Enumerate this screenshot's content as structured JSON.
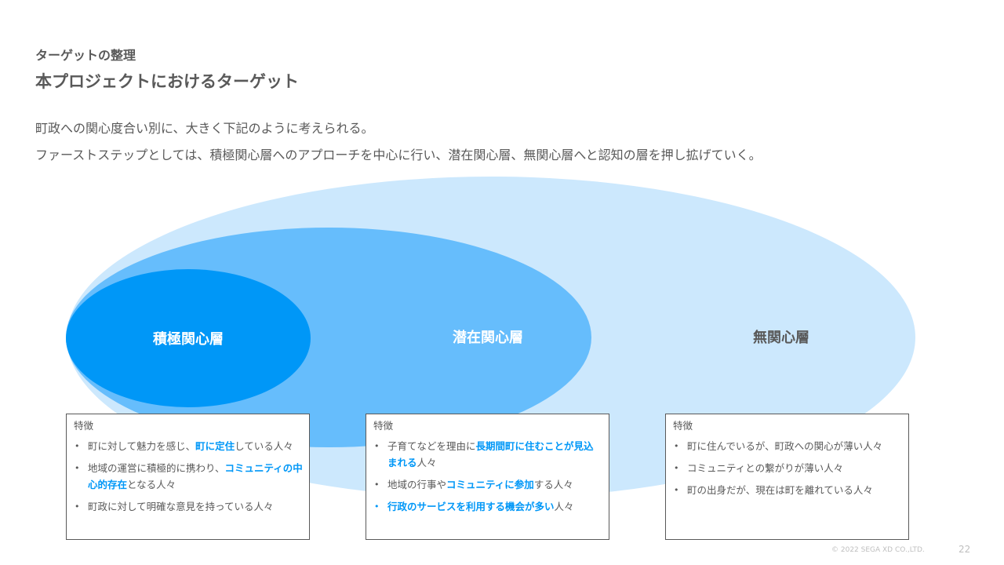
{
  "header": {
    "subtitle": "ターゲットの整理",
    "title": "本プロジェクトにおけるターゲット"
  },
  "lead": [
    "町政への関心度合い別に、大きく下記のように考えられる。",
    "ファーストステップとしては、積極関心層へのアプローチを中心に行い、潜在関心層、無関心層へと認知の層を押し拡げていく。"
  ],
  "colors": {
    "outer": "#cce8fd",
    "middle": "#66bdfc",
    "inner": "#0097f7",
    "highlight": "#0097f7"
  },
  "layers": {
    "active": "積極関心層",
    "potential": "潜在関心層",
    "indifferent": "無関心層"
  },
  "boxes": [
    {
      "heading": "特徴",
      "items": [
        {
          "segs": [
            {
              "t": "町に対して魅力を感じ、"
            },
            {
              "t": "町に定住",
              "hl": true
            },
            {
              "t": "している人々"
            }
          ]
        },
        {
          "segs": [
            {
              "t": "地域の運営に積極的に携わり、"
            },
            {
              "t": "コミュニティの中心的存在",
              "hl": true
            },
            {
              "t": "となる人々"
            }
          ]
        },
        {
          "segs": [
            {
              "t": "町政に対して明確な意見を持っている人々"
            }
          ]
        }
      ]
    },
    {
      "heading": "特徴",
      "items": [
        {
          "segs": [
            {
              "t": "子育てなどを理由に"
            },
            {
              "t": "長期間町に住むことが見込まれる",
              "hl": true
            },
            {
              "t": "人々"
            }
          ]
        },
        {
          "segs": [
            {
              "t": "地域の行事や"
            },
            {
              "t": "コミュニティに参加",
              "hl": true
            },
            {
              "t": "する人々"
            }
          ]
        },
        {
          "blue": true,
          "segs": [
            {
              "t": "行政のサービスを利用する機会が多い",
              "hl": true
            },
            {
              "t": "人々"
            }
          ]
        }
      ]
    },
    {
      "heading": "特徴",
      "items": [
        {
          "segs": [
            {
              "t": "町に住んでいるが、町政への関心が薄い人々"
            }
          ]
        },
        {
          "segs": [
            {
              "t": "コミュニティとの繋がりが薄い人々"
            }
          ]
        },
        {
          "segs": [
            {
              "t": "町の出身だが、現在は町を離れている人々"
            }
          ]
        }
      ]
    }
  ],
  "footer": {
    "copyright": "© 2022 SEGA XD CO.,LTD.",
    "page": "22"
  }
}
